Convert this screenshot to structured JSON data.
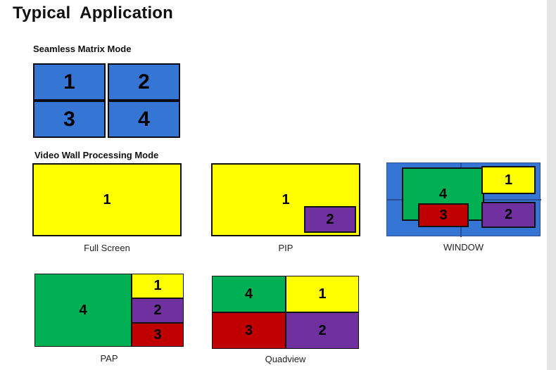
{
  "page": {
    "title": "Typical  Application",
    "background_color": "#ffffff"
  },
  "colors": {
    "blue": "#3575d3",
    "yellow": "#ffff00",
    "green": "#00b053",
    "purple": "#7030a0",
    "red": "#c00000",
    "border": "#111111",
    "scrollbar": "#e6e6e6"
  },
  "sections": {
    "seamless_matrix": {
      "heading": "Seamless Matrix Mode",
      "tiles": [
        {
          "label": "1"
        },
        {
          "label": "2"
        },
        {
          "label": "3"
        },
        {
          "label": "4"
        }
      ]
    },
    "video_wall": {
      "heading": "Video Wall Processing Mode",
      "layouts": [
        {
          "name": "full-screen",
          "caption": "Full Screen",
          "panes": [
            {
              "label": "1",
              "color": "yellow"
            }
          ]
        },
        {
          "name": "pip",
          "caption": "PIP",
          "panes": [
            {
              "label": "1",
              "color": "yellow"
            },
            {
              "label": "2",
              "color": "purple"
            }
          ]
        },
        {
          "name": "window",
          "caption": "WINDOW",
          "panes": [
            {
              "label": "4",
              "color": "green"
            },
            {
              "label": "3",
              "color": "red"
            },
            {
              "label": "1",
              "color": "yellow"
            },
            {
              "label": "2",
              "color": "purple"
            }
          ]
        },
        {
          "name": "pap",
          "caption": "PAP",
          "panes": [
            {
              "label": "4",
              "color": "green"
            },
            {
              "label": "1",
              "color": "yellow"
            },
            {
              "label": "2",
              "color": "purple"
            },
            {
              "label": "3",
              "color": "red"
            }
          ]
        },
        {
          "name": "quadview",
          "caption": "Quadview",
          "panes": [
            {
              "label": "4",
              "color": "green"
            },
            {
              "label": "1",
              "color": "yellow"
            },
            {
              "label": "3",
              "color": "red"
            },
            {
              "label": "2",
              "color": "purple"
            }
          ]
        }
      ]
    }
  }
}
